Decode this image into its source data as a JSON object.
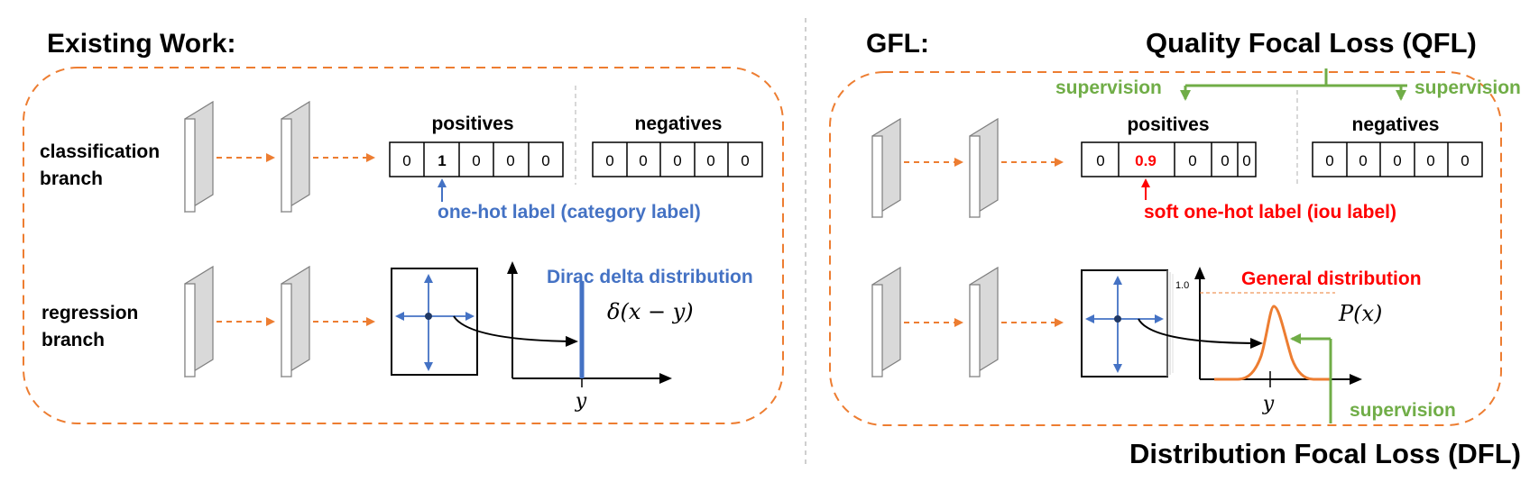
{
  "left": {
    "title": "Existing Work:",
    "cls_branch": [
      "classification",
      "branch"
    ],
    "reg_branch": [
      "regression",
      "branch"
    ],
    "positives_label": "positives",
    "negatives_label": "negatives",
    "positives_cells": [
      "0",
      "1",
      "0",
      "0",
      "0"
    ],
    "negatives_cells": [
      "0",
      "0",
      "0",
      "0",
      "0"
    ],
    "label_note": "one-hot label (category label)",
    "dist_title": "Dirac delta distribution",
    "dist_formula": "δ(x − y)",
    "axis_y": "y"
  },
  "right": {
    "title": "GFL:",
    "qfl_title": "Quality Focal Loss (QFL)",
    "supervision_left": "supervision",
    "supervision_right": "supervision",
    "positives_label": "positives",
    "negatives_label": "negatives",
    "positives_cells": [
      "0",
      "0.9",
      "0",
      "0",
      "0"
    ],
    "negatives_cells": [
      "0",
      "0",
      "0",
      "0",
      "0"
    ],
    "label_note": "soft one-hot label (iou label)",
    "dist_title": "General distribution",
    "dist_formula": "P(x)",
    "dist_tick": "1.0",
    "axis_y": "y",
    "supervision_bottom": "supervision",
    "dfl_title": "Distribution Focal Loss (DFL)"
  },
  "colors": {
    "orange": "#ed7d31",
    "blue": "#4472c4",
    "green": "#70ad47",
    "red": "#ff0000",
    "slab_fill": "#d9d9d9"
  }
}
